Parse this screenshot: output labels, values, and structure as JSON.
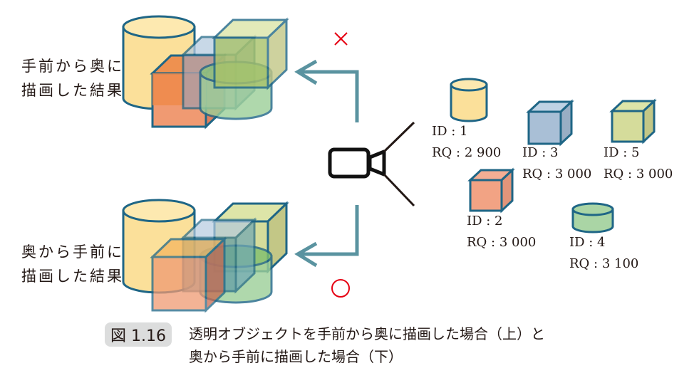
{
  "figure": {
    "number_label": "図 1.16",
    "caption_line1": "透明オブジェクトを手前から奥に描画した場合（上）と",
    "caption_line2": "奥から手前に描画した場合（下）"
  },
  "results": {
    "top": {
      "label_line1": "手前から奥に",
      "label_line2": "描画した結果",
      "verdict": "×",
      "verdict_meaning": "incorrect"
    },
    "bottom": {
      "label_line1": "奥から手前に",
      "label_line2": "描画した結果",
      "verdict": "○",
      "verdict_meaning": "correct"
    }
  },
  "camera": {
    "icon": "camera-icon"
  },
  "objects": [
    {
      "id_label": "ID : 1",
      "rq_label": "RQ : 2 900",
      "shape": "cylinder",
      "color": "#fbe09a"
    },
    {
      "id_label": "ID : 2",
      "rq_label": "RQ : 3 000",
      "shape": "cube",
      "color": "#f2a384"
    },
    {
      "id_label": "ID : 3",
      "rq_label": "RQ : 3 000",
      "shape": "cube",
      "color": "#a9bfd6"
    },
    {
      "id_label": "ID : 4",
      "rq_label": "RQ : 3 100",
      "shape": "cylinder",
      "color": "#aad5a5"
    },
    {
      "id_label": "ID : 5",
      "rq_label": "RQ : 3 000",
      "shape": "cube",
      "color": "#d5dc9b"
    }
  ],
  "colors": {
    "outline": "#1f6686",
    "arrow": "#5a93a0",
    "verdict": "#e60012",
    "camera": "#111111"
  }
}
